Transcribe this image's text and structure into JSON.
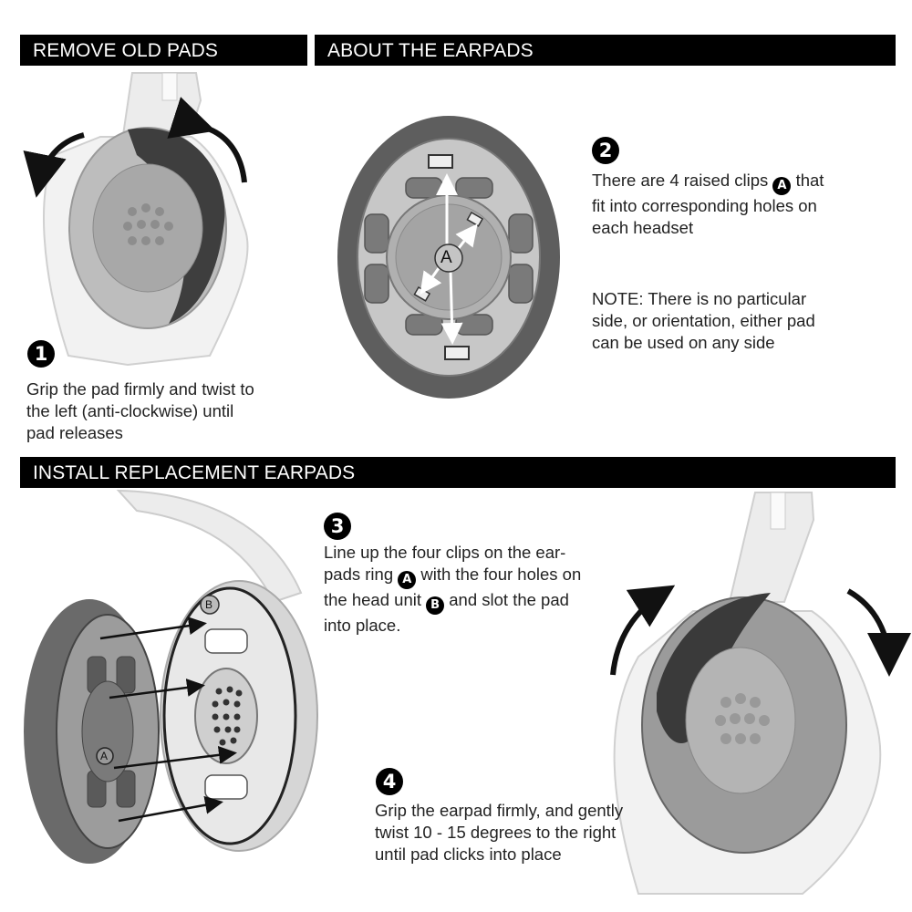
{
  "headers": {
    "remove": "REMOVE OLD PADS",
    "about": "ABOUT THE EARPADS",
    "install": "INSTALL REPLACEMENT EARPADS"
  },
  "steps": {
    "s1": {
      "number": "1",
      "lines": [
        "Grip the pad firmly and twist to",
        "the left (anti-clockwise) until",
        "pad releases"
      ]
    },
    "s2": {
      "number": "2",
      "line1_pre": "There are 4 raised clips",
      "badge": "A",
      "line1_post": "that",
      "line2": "fit into corresponding holes on",
      "line3": "each headset"
    },
    "note": {
      "label": "NOTE:",
      "line1": "There is no particular",
      "line2": "side, or orientation, either pad",
      "line3": "can be used on any side"
    },
    "s3": {
      "number": "3",
      "line1": "Line up the four clips on the ear-",
      "line2_pre": "pads ring",
      "badge_a": "A",
      "line2_post": "with the four holes on",
      "line3_pre": "the head unit",
      "badge_b": "B",
      "line3_post": "and slot the pad",
      "line4": "into place."
    },
    "s4": {
      "number": "4",
      "lines": [
        "Grip the earpad firmly, and gently",
        "twist 10 - 15 degrees to the right",
        "until pad clicks into place"
      ]
    }
  },
  "labels": {
    "a": "A",
    "b": "B"
  },
  "colors": {
    "header_bg": "#000000",
    "pad_dark": "#5a5a5a",
    "pad_light": "#9a9a9a",
    "outline": "#c8c8c8"
  }
}
